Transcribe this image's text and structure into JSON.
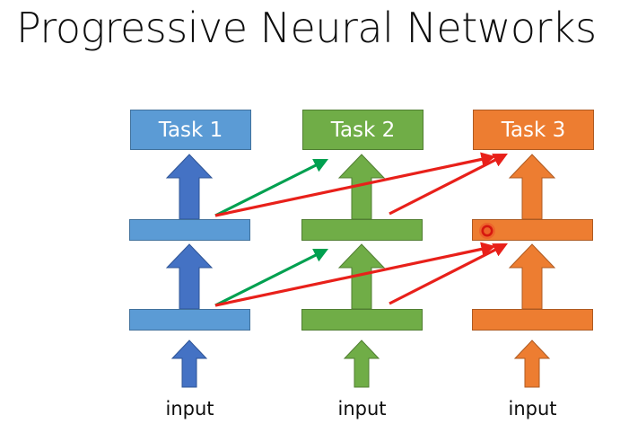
{
  "slide": {
    "title": "Progressive Neural Networks",
    "background_color": "#ffffff",
    "title_color": "#0d0d0d"
  },
  "palette": {
    "blue_box": "#5B9BD5",
    "blue_arrow": "#4472C4",
    "green": "#70AD47",
    "orange": "#ED7D31",
    "lateral_green": "#00A050",
    "lateral_red": "#E8201A",
    "marker_red": "#E8201A",
    "label_text": "#0d0d0d",
    "box_text": "#ffffff"
  },
  "columns": [
    {
      "id": "task-1",
      "label": "Task 1",
      "color_key": "blue_box",
      "arrow_color_key": "blue_arrow",
      "input_label": "input",
      "layers": [
        "layer-3-output",
        "layer-2-hidden",
        "layer-1-hidden"
      ]
    },
    {
      "id": "task-2",
      "label": "Task 2",
      "color_key": "green",
      "arrow_color_key": "green",
      "input_label": "input",
      "layers": [
        "layer-3-output",
        "layer-2-hidden",
        "layer-1-hidden"
      ]
    },
    {
      "id": "task-3",
      "label": "Task 3",
      "color_key": "orange",
      "arrow_color_key": "orange",
      "input_label": "input",
      "layers": [
        "layer-3-output",
        "layer-2-hidden",
        "layer-1-hidden"
      ]
    }
  ],
  "lateral_connections": [
    {
      "id": "green-upper",
      "from": "task-1-layer-2",
      "to": "task-2-layer-3",
      "color_key": "lateral_green"
    },
    {
      "id": "red-upper-1to3",
      "from": "task-1-layer-2",
      "to": "task-3-layer-3",
      "color_key": "lateral_red"
    },
    {
      "id": "red-upper-2to3",
      "from": "task-2-layer-2",
      "to": "task-3-layer-3",
      "color_key": "lateral_red"
    },
    {
      "id": "green-lower",
      "from": "task-1-layer-1",
      "to": "task-2-layer-2",
      "color_key": "lateral_green"
    },
    {
      "id": "red-lower-1to3",
      "from": "task-1-layer-1",
      "to": "task-3-layer-2",
      "color_key": "lateral_red"
    },
    {
      "id": "red-lower-2to3",
      "from": "task-2-layer-1",
      "to": "task-3-layer-2",
      "color_key": "lateral_red"
    }
  ],
  "annotations": [
    {
      "id": "red-circle-marker",
      "on": "task-3-layer-2",
      "shape": "circle-ring",
      "color_key": "marker_red"
    }
  ]
}
